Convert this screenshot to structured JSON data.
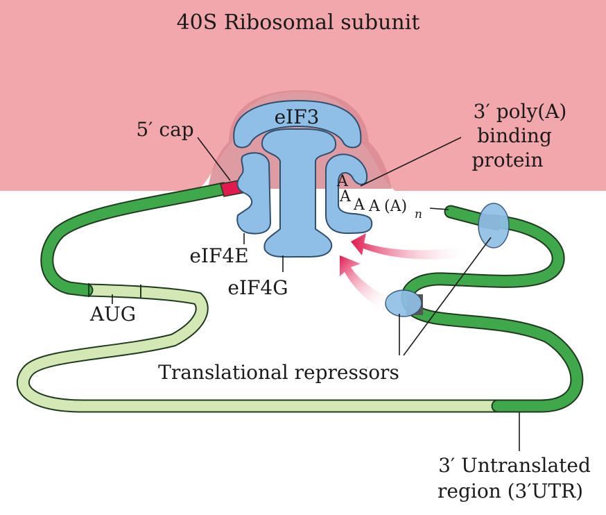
{
  "title": "40S Ribosomal subunit",
  "labels": {
    "eif3": "eIF3",
    "cap": "5′ cap",
    "pabp_line1": "3′ poly(A)",
    "pabp_line2": "binding",
    "pabp_line3": "protein",
    "eif4e": "eIF4E",
    "eif4g": "eIF4G",
    "aug": "AUG",
    "repressors": "Translational repressors",
    "utr_line1": "3′ Untranslated",
    "utr_line2": "region (3′UTR)",
    "polya_a1": "A",
    "polya_a2": "A",
    "polya_a3": "A",
    "polya_a4": "A",
    "polya_tail": "(A)",
    "polya_n": "n"
  },
  "colors": {
    "ribosome": "#f2a7ad",
    "ribosome_halo": "#d98a92",
    "protein": "#8fbfe6",
    "protein_stroke": "#2f4f6f",
    "mrna_utr": "#3fa84a",
    "mrna_coding": "#d4e8b6",
    "mrna_stroke": "#1f3a1f",
    "cap": "#e0194f",
    "arrow": "#e0194f"
  }
}
